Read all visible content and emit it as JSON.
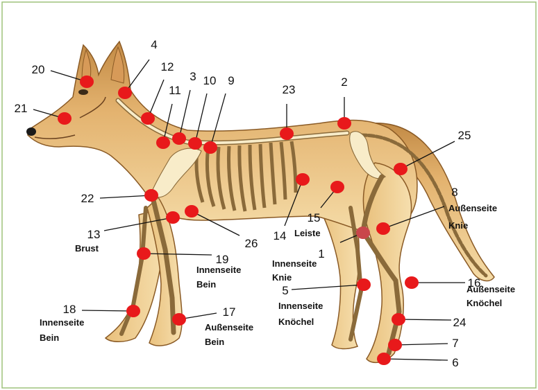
{
  "diagram": {
    "colors": {
      "point": "#e8191b",
      "point_special": "#c9464b",
      "body_light": "#f2cf8e",
      "body_dark": "#b57a36",
      "bone": "#f8ecc9",
      "bone_outline": "#8a6a3a",
      "frame": "#9ec27a"
    },
    "points": [
      {
        "id": "1",
        "number": "1",
        "sublabel": [
          "Innenseite",
          "Knie"
        ],
        "color": "point_special"
      },
      {
        "id": "2",
        "number": "2",
        "sublabel": []
      },
      {
        "id": "3",
        "number": "3",
        "sublabel": []
      },
      {
        "id": "4",
        "number": "4",
        "sublabel": []
      },
      {
        "id": "5",
        "number": "5",
        "sublabel": [
          "Innenseite",
          "Knöchel"
        ]
      },
      {
        "id": "6",
        "number": "6",
        "sublabel": []
      },
      {
        "id": "7",
        "number": "7",
        "sublabel": []
      },
      {
        "id": "8",
        "number": "8",
        "sublabel": [
          "Außenseite",
          "Knie"
        ]
      },
      {
        "id": "9",
        "number": "9",
        "sublabel": []
      },
      {
        "id": "10",
        "number": "10",
        "sublabel": []
      },
      {
        "id": "11",
        "number": "11",
        "sublabel": []
      },
      {
        "id": "12",
        "number": "12",
        "sublabel": []
      },
      {
        "id": "13",
        "number": "13",
        "sublabel": [
          "Brust"
        ]
      },
      {
        "id": "14",
        "number": "14",
        "sublabel": []
      },
      {
        "id": "15",
        "number": "15",
        "sublabel": [
          "Leiste"
        ]
      },
      {
        "id": "16",
        "number": "16",
        "sublabel": [
          "Außenseite",
          "Knöchel"
        ]
      },
      {
        "id": "17",
        "number": "17",
        "sublabel": [
          "Außenseite",
          "Bein"
        ]
      },
      {
        "id": "18",
        "number": "18",
        "sublabel": [
          "Innenseite",
          "Bein"
        ]
      },
      {
        "id": "19",
        "number": "19",
        "sublabel": [
          "Innenseite",
          "Bein"
        ]
      },
      {
        "id": "20",
        "number": "20",
        "sublabel": []
      },
      {
        "id": "21",
        "number": "21",
        "sublabel": []
      },
      {
        "id": "22",
        "number": "22",
        "sublabel": []
      },
      {
        "id": "23",
        "number": "23",
        "sublabel": []
      },
      {
        "id": "24",
        "number": "24",
        "sublabel": []
      },
      {
        "id": "25",
        "number": "25",
        "sublabel": []
      },
      {
        "id": "26",
        "number": "26",
        "sublabel": []
      }
    ]
  }
}
